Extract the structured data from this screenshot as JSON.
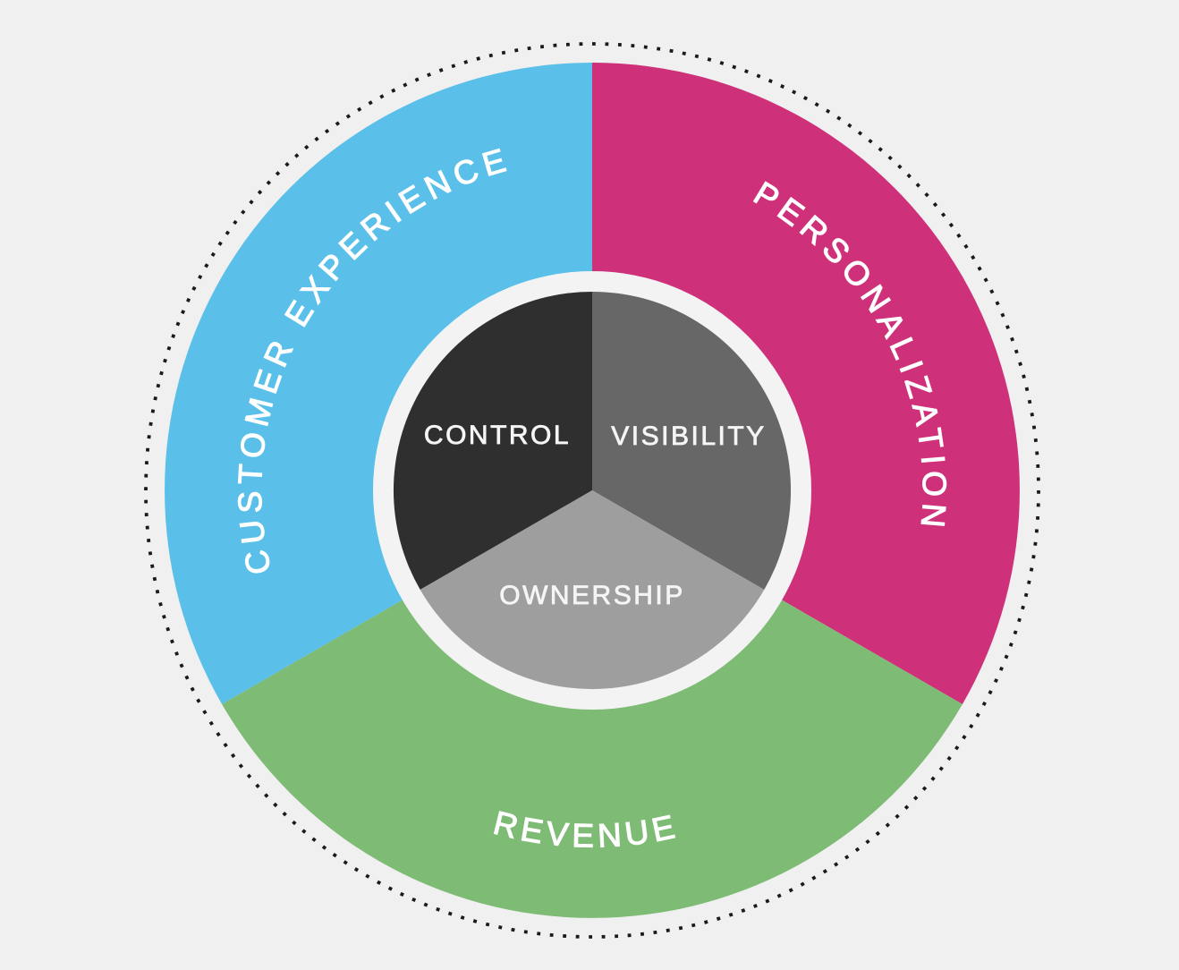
{
  "colors": {
    "background": "#F0F0F1",
    "dotted_ring": "#1A1A1A",
    "ring_gap": "#F3F3F4",
    "outer_label_text": "#FFFFFF",
    "inner_label_text": "#F5F5F5"
  },
  "outer_ring": {
    "segments": [
      {
        "id": "customer-experience",
        "label": "CUSTOMER EXPERIENCE",
        "color": "#5ABFE9"
      },
      {
        "id": "personalization",
        "label": "PERSONALIZATION",
        "color": "#CE3179"
      },
      {
        "id": "revenue",
        "label": "REVENUE",
        "color": "#7EBB74"
      }
    ]
  },
  "inner_ring": {
    "segments": [
      {
        "id": "control",
        "label": "CONTROL",
        "color": "#2F2F30"
      },
      {
        "id": "visibility",
        "label": "VISIBILITY",
        "color": "#676767"
      },
      {
        "id": "ownership",
        "label": "OWNERSHIP",
        "color": "#9E9E9E"
      }
    ]
  }
}
